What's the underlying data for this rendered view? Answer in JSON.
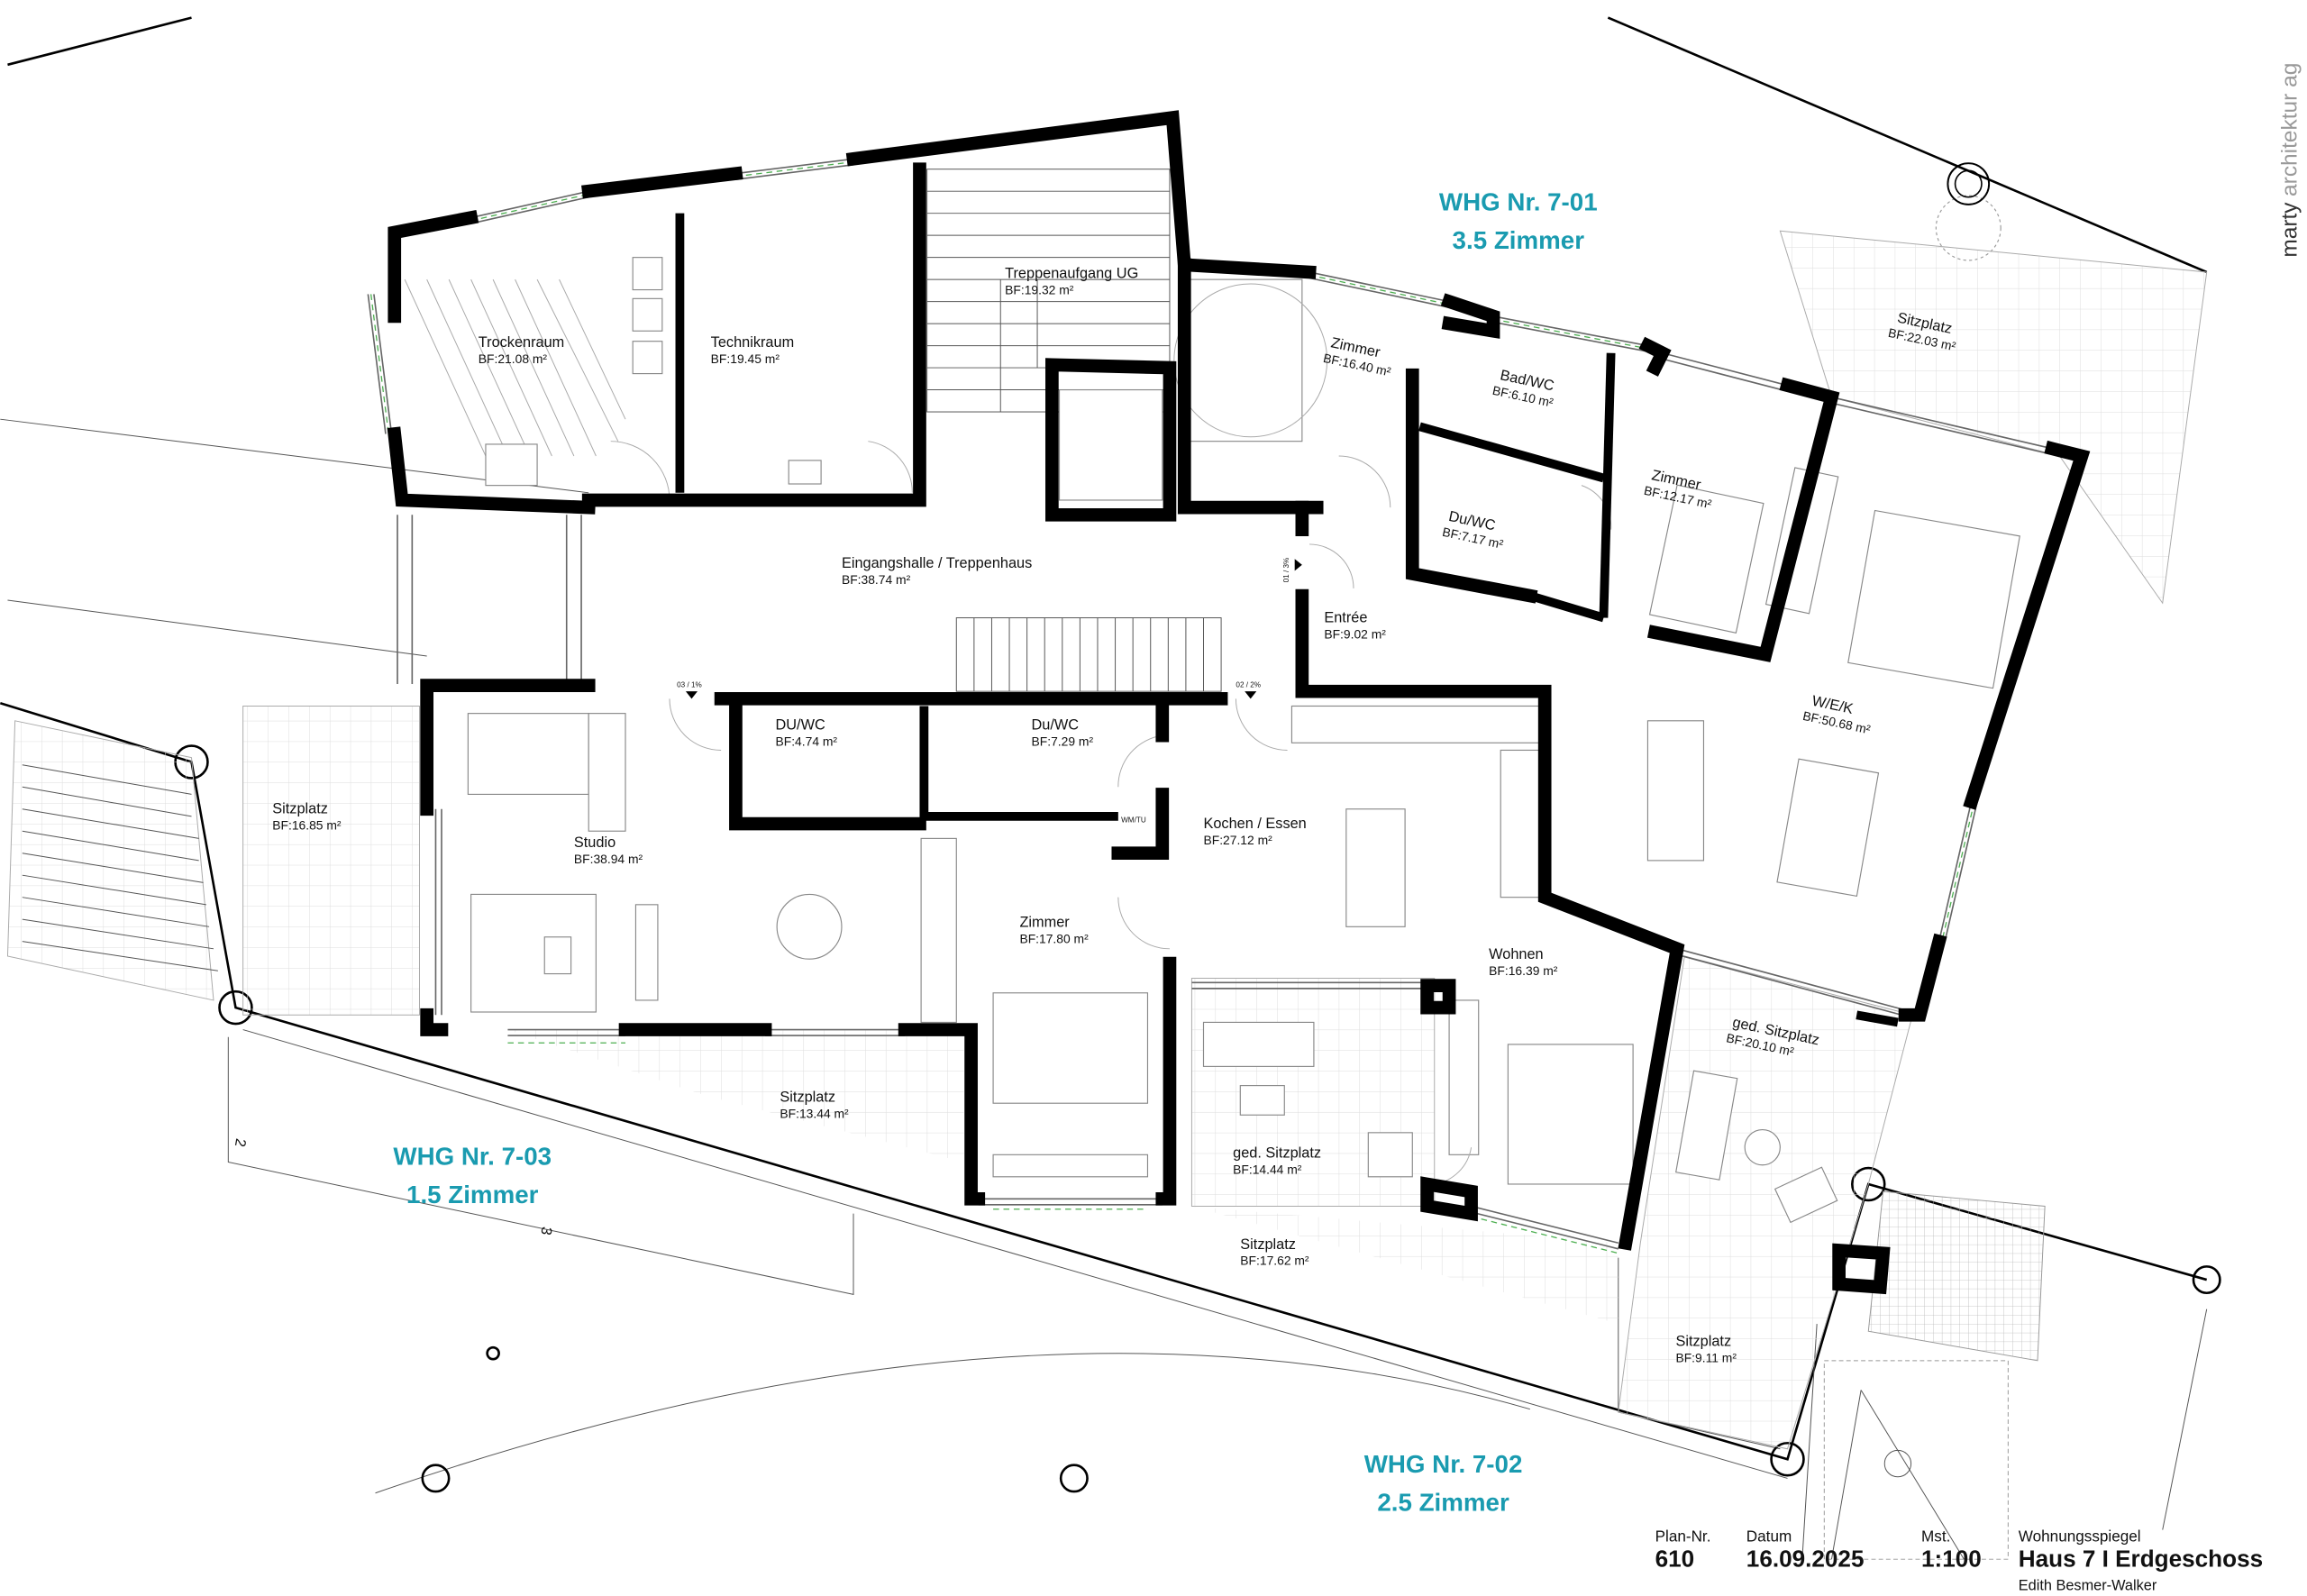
{
  "brand": {
    "part1": "marty",
    "part2": "architektur ag"
  },
  "apartments": [
    {
      "number": "WHG Nr. 7-01",
      "rooms": "3.5 Zimmer"
    },
    {
      "number": "WHG Nr. 7-03",
      "rooms": "1.5 Zimmer"
    },
    {
      "number": "WHG Nr. 7-02",
      "rooms": "2.5 Zimmer"
    }
  ],
  "apartment_color": "#1a9bb0",
  "rooms": [
    {
      "name": "Trockenraum",
      "area": "BF:21.08 m²"
    },
    {
      "name": "Technikraum",
      "area": "BF:19.45 m²"
    },
    {
      "name": "Treppenaufgang UG",
      "area": "BF:19.32 m²"
    },
    {
      "name": "Zimmer",
      "area": "BF:16.40 m²"
    },
    {
      "name": "Bad/WC",
      "area": "BF:6.10 m²"
    },
    {
      "name": "Du/WC",
      "area": "BF:7.17 m²"
    },
    {
      "name": "Zimmer",
      "area": "BF:12.17 m²"
    },
    {
      "name": "Sitzplatz",
      "area": "BF:22.03 m²"
    },
    {
      "name": "Eingangshalle / Treppenhaus",
      "area": "BF:38.74 m²"
    },
    {
      "name": "Entrée",
      "area": "BF:9.02 m²"
    },
    {
      "name": "W/E/K",
      "area": "BF:50.68 m²"
    },
    {
      "name": "Sitzplatz",
      "area": "BF:16.85 m²"
    },
    {
      "name": "Studio",
      "area": "BF:38.94 m²"
    },
    {
      "name": "DU/WC",
      "area": "BF:4.74 m²"
    },
    {
      "name": "Du/WC",
      "area": "BF:7.29 m²"
    },
    {
      "name": "Kochen / Essen",
      "area": "BF:27.12 m²"
    },
    {
      "name": "Zimmer",
      "area": "BF:17.80 m²"
    },
    {
      "name": "Wohnen",
      "area": "BF:16.39 m²"
    },
    {
      "name": "ged. Sitzplatz",
      "area": "BF:20.10 m²"
    },
    {
      "name": "Sitzplatz",
      "area": "BF:13.44 m²"
    },
    {
      "name": "ged. Sitzplatz",
      "area": "BF:14.44 m²"
    },
    {
      "name": "Sitzplatz",
      "area": "BF:17.62 m²"
    },
    {
      "name": "Sitzplatz",
      "area": "BF:9.11 m²"
    }
  ],
  "markers": {
    "level_03": "03 / 1%",
    "level_02": "02 / 2%",
    "level_01": "01 / 3%",
    "wm_tu": "WM/TU",
    "section_2": "2",
    "section_3": "3"
  },
  "title_block": {
    "plan_label": "Plan-Nr.",
    "plan_value": "610",
    "date_label": "Datum",
    "date_value": "16.09.2025",
    "scale_label": "Mst.",
    "scale_value": "1:100",
    "title_label": "Wohnungsspiegel",
    "title_value": "Haus 7 I Erdgeschoss",
    "author": "Edith Besmer-Walker"
  }
}
